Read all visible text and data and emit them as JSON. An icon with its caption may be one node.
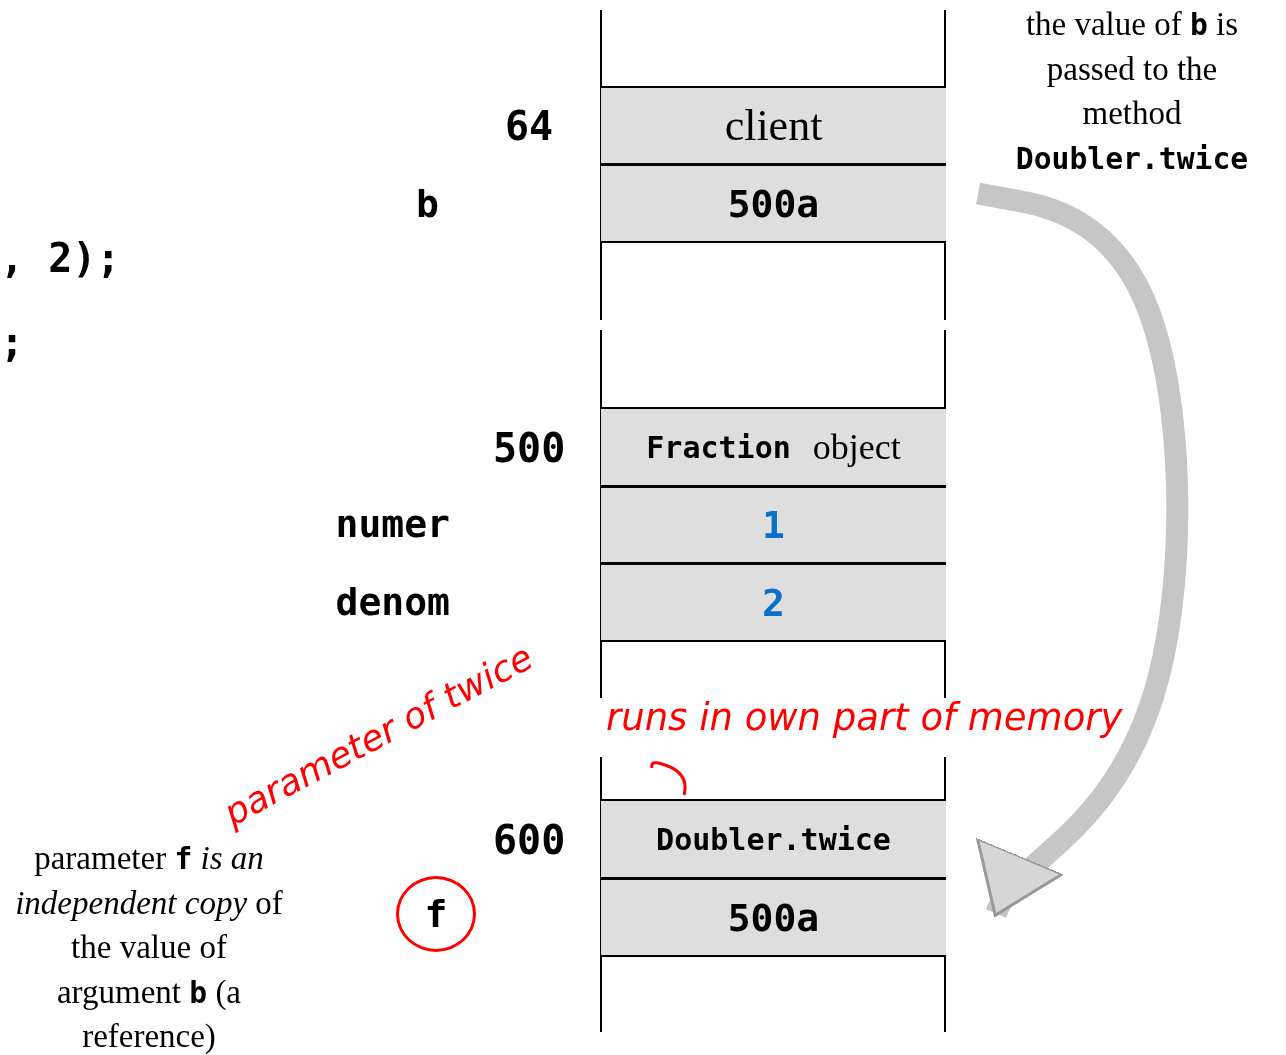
{
  "diagram": {
    "nodes": [
      {
        "text": [
          "client"
        ]
      },
      {
        "text": [
          "500a"
        ]
      },
      {
        "text": [
          "Fraction",
          "object"
        ]
      },
      {
        "text": [
          "1"
        ]
      },
      {
        "text": [
          "2"
        ]
      },
      {
        "text": [
          "Doubler.twice"
        ]
      },
      {
        "text": [
          "500a"
        ]
      },
      {
        "text": [
          "f"
        ]
      }
    ],
    "edges": [
      {
        "from": 1,
        "to": 6,
        "arrow": "to"
      }
    ],
    "labels": [
      "64",
      "b",
      ", 2);",
      ";",
      "500",
      "numer",
      "denom",
      "600",
      "the value of **b** is passed to the method **Doubler.twice**",
      "runs in own part of memory",
      "parameter of twice",
      "parameter **f** *is an independent copy* of the value of argument **b** (a reference)"
    ]
  }
}
